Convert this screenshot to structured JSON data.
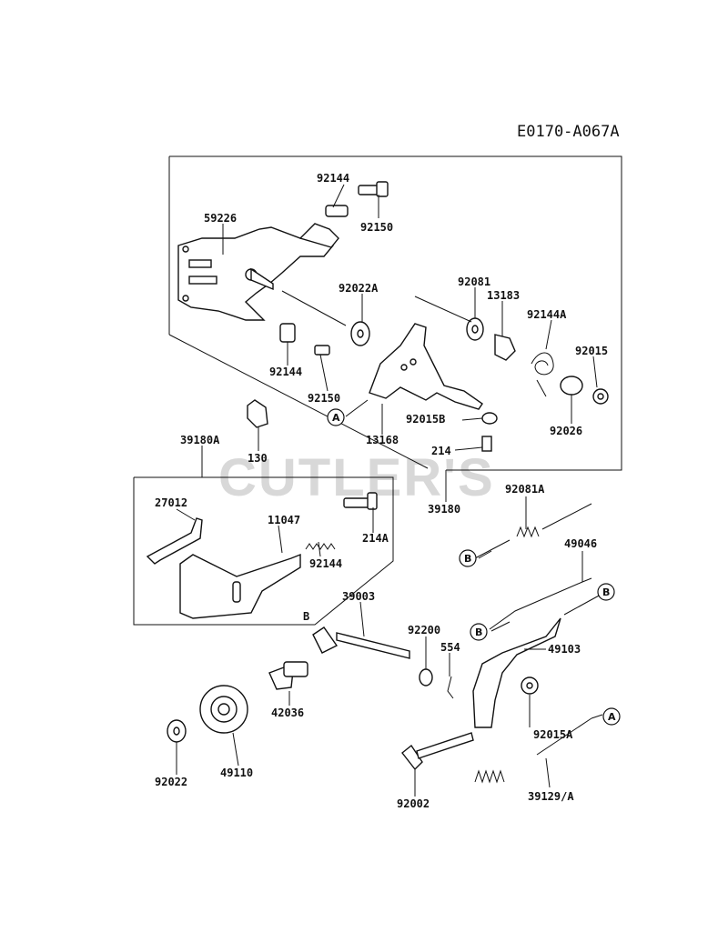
{
  "diagram_code": "E0170-A067A",
  "watermark": "CUTLER'S",
  "box_labels": [
    "B"
  ],
  "callouts": [
    "A",
    "A",
    "B",
    "B",
    "B"
  ],
  "part_labels": [
    "92144",
    "92150",
    "59226",
    "92022A",
    "92081",
    "13183",
    "92144A",
    "92015",
    "92144",
    "92150",
    "92026",
    "92015B",
    "13168",
    "214",
    "130",
    "39180A",
    "39180",
    "27012",
    "11047",
    "214A",
    "92144",
    "92081A",
    "49046",
    "39003",
    "92200",
    "554",
    "49103",
    "42036",
    "92015A",
    "49110",
    "92022",
    "92002",
    "39129/A"
  ]
}
